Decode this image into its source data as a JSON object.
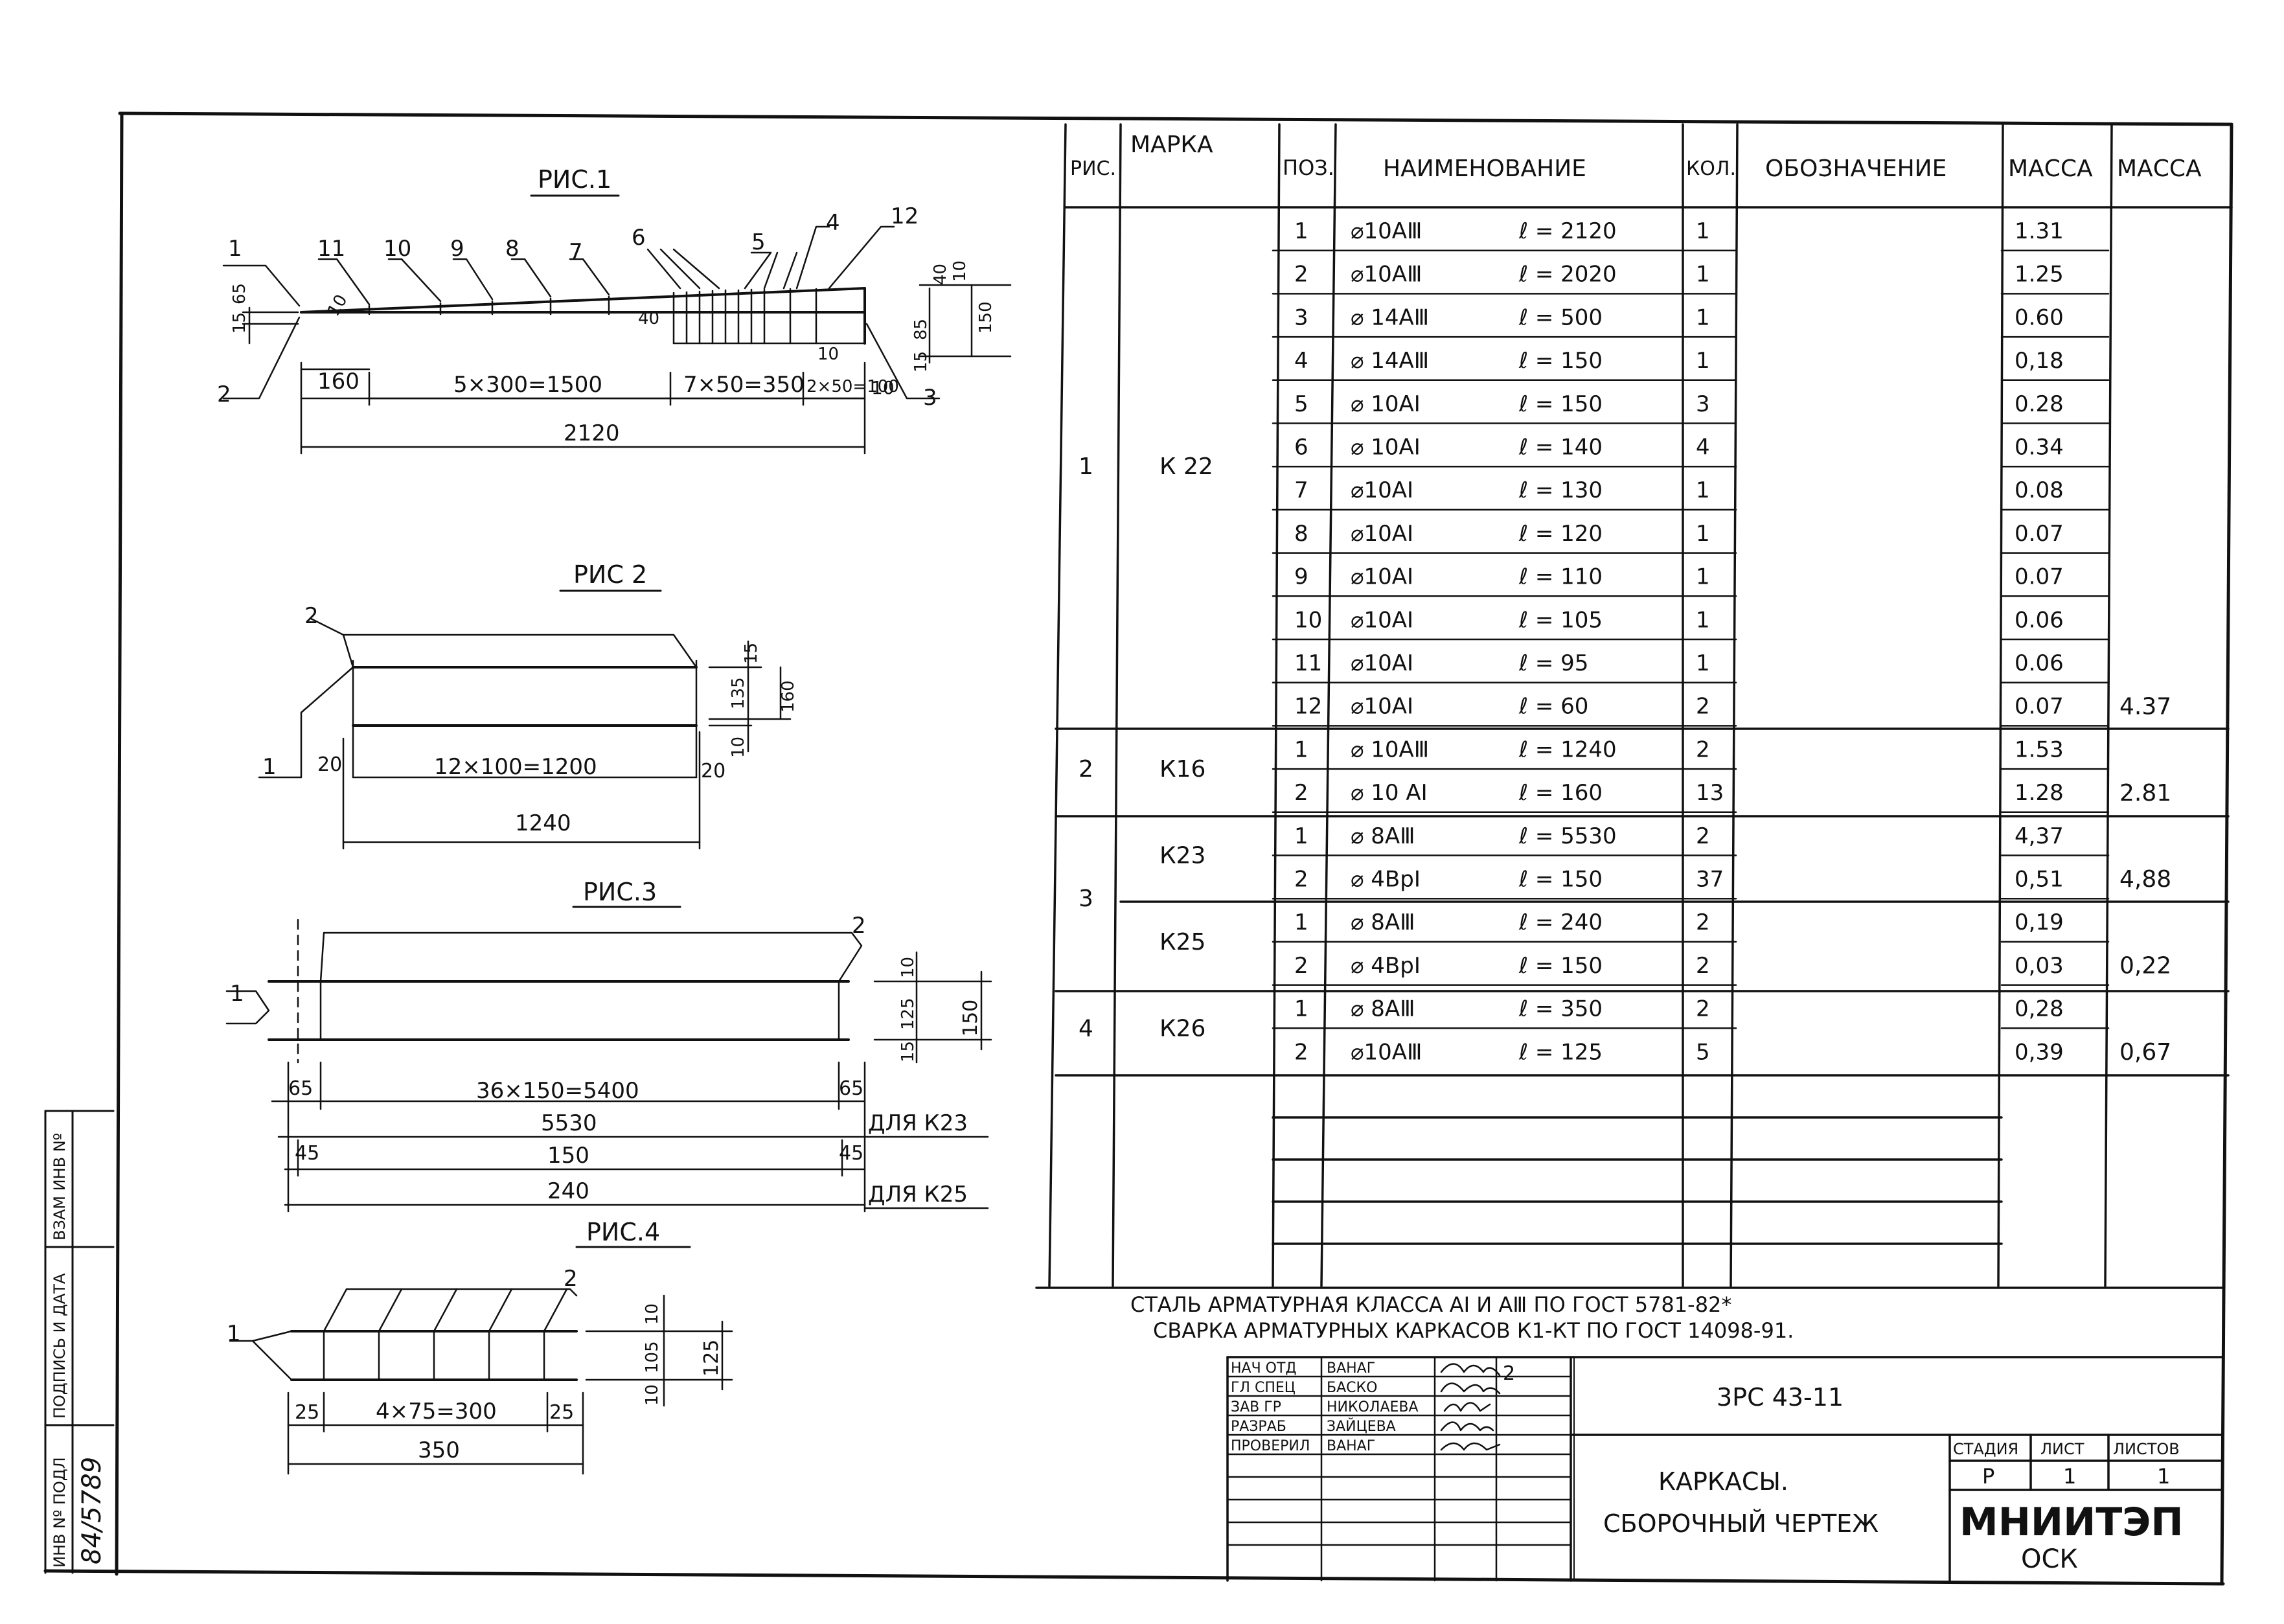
{
  "figures": {
    "fig1": {
      "title": "РИС.1",
      "callouts": [
        "1",
        "2",
        "3",
        "4",
        "5",
        "6",
        "7",
        "8",
        "9",
        "10",
        "11",
        "12"
      ],
      "dims_bottom": [
        "160",
        "5×300=1500",
        "7×50=350",
        "2×50=100",
        "10",
        "2120"
      ],
      "dims_side": [
        "15",
        "65",
        "10",
        "150",
        "85",
        "40",
        "15",
        "10",
        "40",
        "10"
      ]
    },
    "fig2": {
      "title": "РИС 2",
      "callouts": [
        "1",
        "2"
      ],
      "dims": [
        "12×100=1200",
        "1240",
        "20",
        "20",
        "10",
        "135",
        "15",
        "160"
      ]
    },
    "fig3": {
      "title": "РИС.3",
      "callouts": [
        "1",
        "2"
      ],
      "dims": [
        "65",
        "36×150=5400",
        "65",
        "5530",
        "45",
        "150",
        "45",
        "240",
        "10",
        "125",
        "15",
        "150"
      ],
      "for_k23": "ДЛЯ  К23",
      "for_k25": "ДЛЯ  К25"
    },
    "fig4": {
      "title": "РИС.4",
      "callouts": [
        "1",
        "2"
      ],
      "dims": [
        "25",
        "4×75=300",
        "25",
        "350",
        "10",
        "105",
        "10",
        "125"
      ]
    }
  },
  "spec": {
    "headers": [
      "РИС.",
      "МАРКА",
      "ПОЗ.",
      "НАИМЕНОВАНИЕ",
      "КОЛ.",
      "ОБОЗНАЧЕНИЕ",
      "МАССА",
      "МАССА"
    ],
    "groups": [
      {
        "fig": "1",
        "marks": [
          {
            "mark": "К 22",
            "total": "4.37",
            "rows": [
              {
                "pos": "1",
                "name": "⌀10АⅢ",
                "len": "ℓ = 2120",
                "qty": "1",
                "mass": "1.31"
              },
              {
                "pos": "2",
                "name": "⌀10АⅢ",
                "len": "ℓ = 2020",
                "qty": "1",
                "mass": "1.25"
              },
              {
                "pos": "3",
                "name": "⌀ 14АⅢ",
                "len": "ℓ = 500",
                "qty": "1",
                "mass": "0.60"
              },
              {
                "pos": "4",
                "name": "⌀ 14АⅢ",
                "len": "ℓ = 150",
                "qty": "1",
                "mass": "0,18"
              },
              {
                "pos": "5",
                "name": "⌀ 10АI",
                "len": "ℓ = 150",
                "qty": "3",
                "mass": "0.28"
              },
              {
                "pos": "6",
                "name": "⌀ 10АI",
                "len": "ℓ = 140",
                "qty": "4",
                "mass": "0.34"
              },
              {
                "pos": "7",
                "name": "⌀10АI",
                "len": "ℓ = 130",
                "qty": "1",
                "mass": "0.08"
              },
              {
                "pos": "8",
                "name": "⌀10АI",
                "len": "ℓ = 120",
                "qty": "1",
                "mass": "0.07"
              },
              {
                "pos": "9",
                "name": "⌀10АI",
                "len": "ℓ = 110",
                "qty": "1",
                "mass": "0.07"
              },
              {
                "pos": "10",
                "name": "⌀10АI",
                "len": "ℓ = 105",
                "qty": "1",
                "mass": "0.06"
              },
              {
                "pos": "11",
                "name": "⌀10АI",
                "len": "ℓ = 95",
                "qty": "1",
                "mass": "0.06"
              },
              {
                "pos": "12",
                "name": "⌀10АI",
                "len": "ℓ = 60",
                "qty": "2",
                "mass": "0.07"
              }
            ]
          }
        ]
      },
      {
        "fig": "2",
        "marks": [
          {
            "mark": "К16",
            "total": "2.81",
            "rows": [
              {
                "pos": "1",
                "name": "⌀ 10АⅢ",
                "len": "ℓ = 1240",
                "qty": "2",
                "mass": "1.53"
              },
              {
                "pos": "2",
                "name": "⌀ 10 АI",
                "len": "ℓ = 160",
                "qty": "13",
                "mass": "1.28"
              }
            ]
          }
        ]
      },
      {
        "fig": "3",
        "marks": [
          {
            "mark": "К23",
            "total": "4,88",
            "rows": [
              {
                "pos": "1",
                "name": "⌀ 8АⅢ",
                "len": "ℓ = 5530",
                "qty": "2",
                "mass": "4,37"
              },
              {
                "pos": "2",
                "name": "⌀ 4ВрI",
                "len": "ℓ = 150",
                "qty": "37",
                "mass": "0,51"
              }
            ]
          },
          {
            "mark": "К25",
            "total": "0,22",
            "rows": [
              {
                "pos": "1",
                "name": "⌀ 8АⅢ",
                "len": "ℓ = 240",
                "qty": "2",
                "mass": "0,19"
              },
              {
                "pos": "2",
                "name": "⌀ 4ВрI",
                "len": "ℓ = 150",
                "qty": "2",
                "mass": "0,03"
              }
            ]
          }
        ]
      },
      {
        "fig": "4",
        "marks": [
          {
            "mark": "К26",
            "total": "0,67",
            "rows": [
              {
                "pos": "1",
                "name": "⌀ 8АⅢ",
                "len": "ℓ = 350",
                "qty": "2",
                "mass": "0,28"
              },
              {
                "pos": "2",
                "name": "⌀10АⅢ",
                "len": "ℓ = 125",
                "qty": "5",
                "mass": "0,39"
              }
            ]
          }
        ]
      }
    ],
    "notes": [
      "СТАЛЬ АРМАТУРНАЯ КЛАССА АI И АⅢ ПО ГОСТ 5781-82*",
      "СВАРКА  АРМАТУРНЫХ КАРКАСОВ К1-КТ ПО ГОСТ 14098-91."
    ]
  },
  "title_block": {
    "signatures": [
      {
        "role": "НАЧ ОТД",
        "name": "ВАНАГ"
      },
      {
        "role": "ГЛ СПЕЦ",
        "name": "БАСКО"
      },
      {
        "role": "ЗАВ ГР",
        "name": "НИКОЛАЕВА"
      },
      {
        "role": "РАЗРАБ",
        "name": "ЗАЙЦЕВА"
      },
      {
        "role": "ПРОВЕРИЛ",
        "name": "ВАНАГ"
      }
    ],
    "doc_code": "3РС 43-11",
    "title_line1": "КАРКАСЫ.",
    "title_line2": "СБОРОЧНЫЙ ЧЕРТЕЖ",
    "stage_label": "СТАДИЯ",
    "sheet_label": "ЛИСТ",
    "sheets_label": "ЛИСТОВ",
    "stage": "Р",
    "sheet": "1",
    "sheets": "1",
    "org": "МНИИТЭП",
    "org_sub": "ОСК",
    "stamp_mark": "2"
  },
  "side_stamp": {
    "labels": [
      "ИНВ Nº ПОДЛ",
      "ПОДПИСЬ И ДАТА",
      "ВЗАМ ИНВ Nº"
    ],
    "inv_number": "84/5789"
  }
}
